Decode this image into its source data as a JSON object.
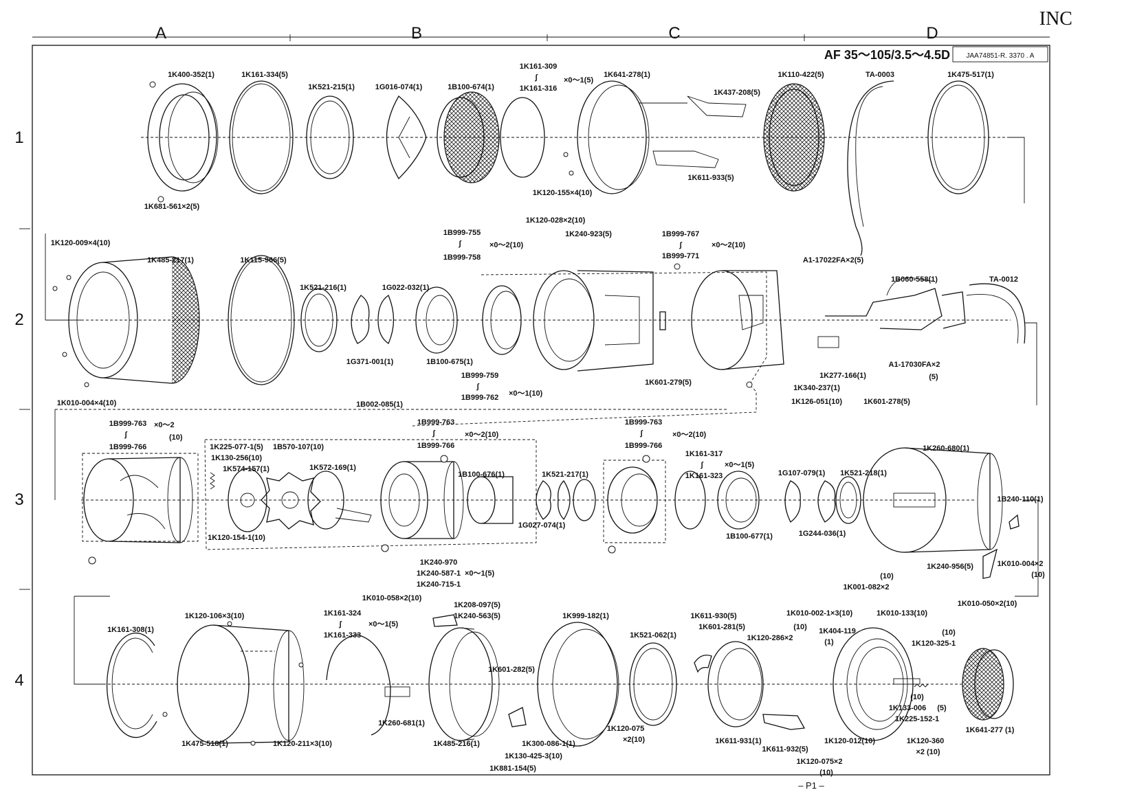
{
  "header": {
    "corner_mark": "INC",
    "columns": [
      "A",
      "B",
      "C",
      "D"
    ],
    "rows": [
      "1",
      "2",
      "3",
      "4"
    ],
    "model": "AF 35～105/3.5～4.5D",
    "drawing_code": "JAA74851-R. 3370 .  A",
    "page": "– P1 –"
  },
  "parts": {
    "r1_mount": "1K400-352(1)",
    "r1_mount_screws": "1K681-561×2(5)",
    "r1_ring_a": "1K161-334(5)",
    "r1_ring_b": "1K521-215(1)",
    "r1_lens_g": "1G016-074(1)",
    "r1_block": "1B100-674(1)",
    "r1_shim_top": "1K161-309",
    "r1_shim_sym": "∫",
    "r1_shim_bot": "1K161-316",
    "r1_shim_qty": "×0～1(5)",
    "r1_barrel": "1K641-278(1)",
    "r1_barrel_screws": "1K120-155×4(10)",
    "r1_flex_a": "1K437-208(5)",
    "r1_flex_b": "1K611-933(5)",
    "r1_grip": "1K110-422(5)",
    "r1_tape": "TA-0003",
    "r1_ring_d": "1K475-517(1)",
    "r2_screws_top": "1K120-009×4(10)",
    "r2_zoom": "1K485-217(1)",
    "r2_screws_bot": "1K010-004×4(10)",
    "r2_ring": "1K115-966(5)",
    "r2_ring_b": "1K521-216(1)",
    "r2_lens_a": "1G022-032(1)",
    "r2_lens_b": "1G371-001(1)",
    "r2_block": "1B100-675(1)",
    "r2_shim1_top": "1B999-755",
    "r2_shim1_sym": "∫",
    "r2_shim1_bot": "1B999-758",
    "r2_shim1_qty": "×0～2(10)",
    "r2_screws_c": "1K120-028×2(10)",
    "r2_plate": "1K240-923(5)",
    "r2_shim2_top": "1B999-767",
    "r2_shim2_sym": "∫",
    "r2_shim2_bot": "1B999-771",
    "r2_shim2_qty": "×0～2(10)",
    "r2_screw_d": "A1-17022FA×2(5)",
    "r2_shim3_top": "1B999-759",
    "r2_shim3_sym": "∫",
    "r2_shim3_bot": "1B999-762",
    "r2_shim3_qty": "×0～1(10)",
    "r2_group": "1B002-085(1)",
    "r2_pin": "1K601-279(5)",
    "r2_unit": "1B060-558(1)",
    "r2_tape": "TA-0012",
    "r2_contact": "1K277-166(1)",
    "r2_screw_e": "A1-17030FA×2",
    "r2_screw_e_qty": "(5)",
    "r2_part_f": "1K340-237(1)",
    "r2_part_g": "1K126-051(10)",
    "r2_part_h": "1K601-278(5)",
    "r3_shim1_top": "1B999-763",
    "r3_shim1_sym": "∫",
    "r3_shim1_bot": "1B999-766",
    "r3_shim1_qty": "×0～2",
    "r3_shim1_qty2": "(10)",
    "r3_spring": "1K225-077-1(5)",
    "r3_screw_a": "1K130-256(10)",
    "r3_part_b": "1K574-157(1)",
    "r3_block_c": "1B570-107(10)",
    "r3_part_d": "1K572-169(1)",
    "r3_screw_e": "1K120-154-1(10)",
    "r3_shim2_top": "1B999-763",
    "r3_shim2_sym": "∫",
    "r3_shim2_bot": "1B999-766",
    "r3_shim2_qty": "×0～2(10)",
    "r3_block_f": "1B100-676(1)",
    "r3_ring_g": "1K521-217(1)",
    "r3_lens_h": "1G027-074(1)",
    "r3_shim3_top": "1B999-763",
    "r3_shim3_sym": "∫",
    "r3_shim3_bot": "1B999-766",
    "r3_shim3_qty": "×0～2(10)",
    "r3_shim4_top": "1K161-317",
    "r3_shim4_sym": "∫",
    "r3_shim4_bot": "1K161-323",
    "r3_shim4_qty": "×0～1(5)",
    "r3_lens_i": "1G107-079(1)",
    "r3_ring_j": "1K521-218(1)",
    "r3_block_k": "1B100-677(1)",
    "r3_lens_l": "1G244-036(1)",
    "r3_barrel": "1K260-680(1)",
    "r3_block_m": "1B240-110(1)",
    "r3_part_n": "1K240-956(5)",
    "r3_screw_o": "1K010-004×2",
    "r3_screw_o_qty": "(10)",
    "r3_screw_p": "1K010-050×2(10)",
    "r4_ring_a": "1K161-308(1)",
    "r4_screws_b": "1K120-106×3(10)",
    "r4_barrel_c": "1K475-518(1)",
    "r4_screws_d": "1K120-211×3(10)",
    "r4_shim1_top": "1K161-324",
    "r4_shim1_sym": "∫",
    "r4_shim1_bot": "1K161-333",
    "r4_shim1_qty": "×0～1(5)",
    "r4_screws_e": "1K010-058×2(10)",
    "r4_part_f_top": "1K240-970",
    "r4_part_f_mid": "1K240-587-1",
    "r4_part_f_bot": "1K240-715-1",
    "r4_part_f_qty": "×0～1(5)",
    "r4_part_g": "1K208-097(5)",
    "r4_part_h": "1K240-563(5)",
    "r4_part_i": "1K601-282(5)",
    "r4_part_j": "1K260-681(1)",
    "r4_barrel_k": "1K485-216(1)",
    "r4_ring_l": "1K999-182(1)",
    "r4_part_m": "1K300-086-1(1)",
    "r4_part_n": "1K130-425-3(10)",
    "r4_part_o": "1K881-154(5)",
    "r4_screws_p": "1K120-075",
    "r4_screws_p_qty": "×2(10)",
    "r4_ring_q": "1K521-062(1)",
    "r4_part_r": "1K611-930(5)",
    "r4_part_s": "1K601-281(5)",
    "r4_screw_t_qty": "(10)",
    "r4_screw_t": "1K120-286×2",
    "r4_part_u": "1K611-931(1)",
    "r4_part_v": "1K611-932(5)",
    "r4_screws_w": "1K120-075×2",
    "r4_screws_w_qty": "(10)",
    "r4_qty_x": "(10)",
    "r4_screws_x": "1K001-082×2",
    "r4_screws_y": "1K010-002-1×3(10)",
    "r4_part_z": "1K010-133(10)",
    "r4_mount": "1K404-119",
    "r4_mount_qty": "(1)",
    "r4_qty_aa": "(10)",
    "r4_screw_aa": "1K120-325-1",
    "r4_qty_bb": "(10)",
    "r4_part_bb": "1K133-006",
    "r4_part_bb_qty": "(5)",
    "r4_spring_cc": "1K225-152-1",
    "r4_screw_dd": "1K120-012(10)",
    "r4_screw_ee": "1K120-360",
    "r4_screw_ee_qty": "×2 (10)",
    "r4_cap": "1K641-277 (1)"
  }
}
